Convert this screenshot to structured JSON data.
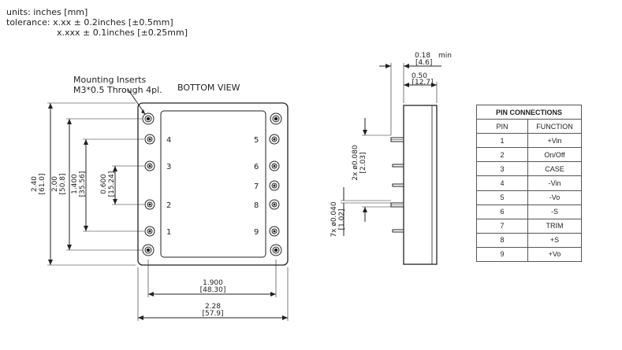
{
  "notes": {
    "units": "units: inches [mm]",
    "tolerance": "tolerance: x.xx ± 0.2inches [±0.5mm]",
    "tolerance2": "x.xxx ± 0.1inches [±0.25mm]"
  },
  "bottom_view": {
    "mounting_line1": "Mounting Inserts",
    "mounting_line2": "M3*0.5 Through 4pl.",
    "view_label": "BOTTOM VIEW",
    "pin_labels_left": [
      "4",
      "3",
      "2",
      "1"
    ],
    "pin_labels_right": [
      "5",
      "6",
      "7",
      "8",
      "9"
    ],
    "dim_height_in": "2.40",
    "dim_height_mm": "[61.0]",
    "dim_inner_in": "2.00",
    "dim_inner_mm": "[50.8]",
    "dim_pin_span_in": "1.400",
    "dim_pin_span_mm": "[35.56]",
    "dim_pin_gap_in": "0.600",
    "dim_pin_gap_mm": "[15.24]",
    "dim_row_in": "1.900",
    "dim_row_mm": "[48.30]",
    "dim_width_in": "2.28",
    "dim_width_mm": "[57.9]"
  },
  "side_view": {
    "min_in": "0.18",
    "min_word": "min",
    "min_mm": "[4.6]",
    "height_in": "0.50",
    "height_mm": "[12.7]",
    "pin_dia_large_in": "2x ø0.080",
    "pin_dia_large_mm": "[2.03]",
    "pin_dia_small_in": "7x ø0.040",
    "pin_dia_small_mm": "[1.02]"
  },
  "pin_table": {
    "title": "PIN CONNECTIONS",
    "headers": [
      "PIN",
      "FUNCTION"
    ],
    "rows": [
      [
        "1",
        "+Vin"
      ],
      [
        "2",
        "On/Off"
      ],
      [
        "3",
        "CASE"
      ],
      [
        "4",
        "-Vin"
      ],
      [
        "5",
        "-Vo"
      ],
      [
        "6",
        "-S"
      ],
      [
        "7",
        "TRIM"
      ],
      [
        "8",
        "+S"
      ],
      [
        "9",
        "+Vo"
      ]
    ]
  }
}
